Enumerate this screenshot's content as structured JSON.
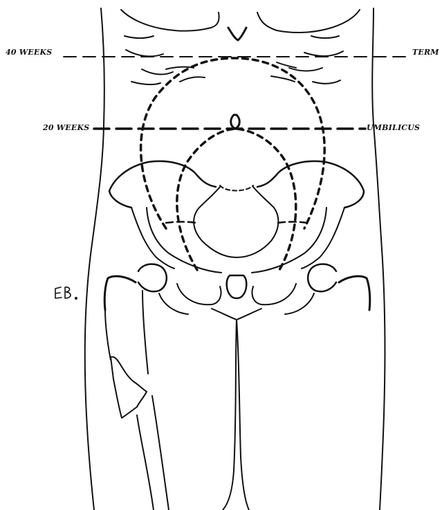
{
  "labels": {
    "forty_weeks": "40 WEEKS",
    "term": "TERM",
    "twenty_weeks": "20 WEEKS",
    "umbilicus": "UMBILICUS"
  },
  "signature": "EB.",
  "colors": {
    "ink": "#111111",
    "background": "#ffffff"
  }
}
